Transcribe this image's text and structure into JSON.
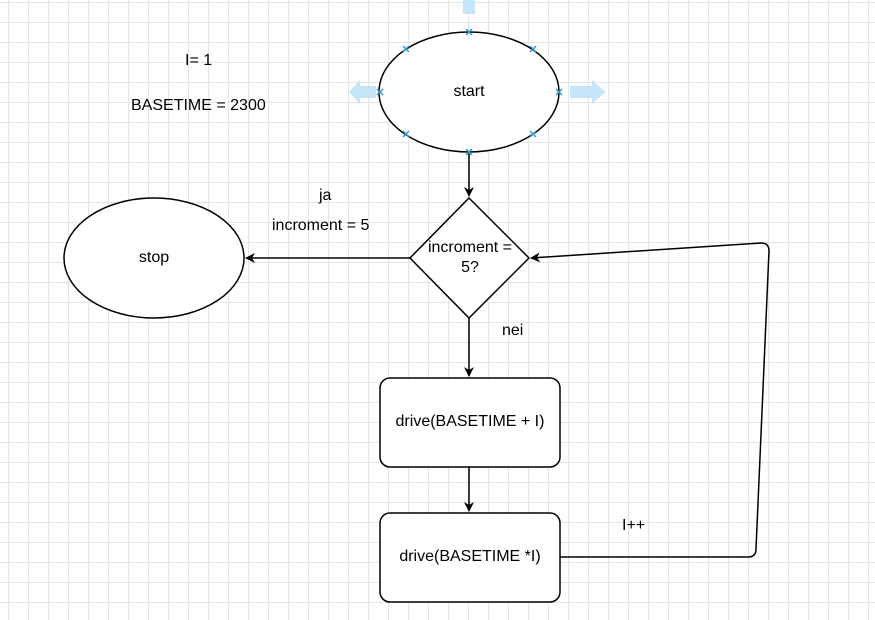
{
  "nodes": {
    "start": "start",
    "stop": "stop",
    "decision_line1": "incroment =",
    "decision_line2": "5?",
    "drive_sum": "drive(BASETIME + I)",
    "drive_mul": "drive(BASETIME *I)"
  },
  "annotations": {
    "i_init": "I= 1",
    "basetime": "BASETIME = 2300",
    "ja": "ja",
    "yes_condition": "incroment = 5",
    "nei": "nei",
    "increment": "I++"
  },
  "colors": {
    "stroke": "#000000",
    "fill": "#ffffff",
    "selection_handle": "#2e9bd6",
    "connection_arrow": "#bfe3f7"
  }
}
